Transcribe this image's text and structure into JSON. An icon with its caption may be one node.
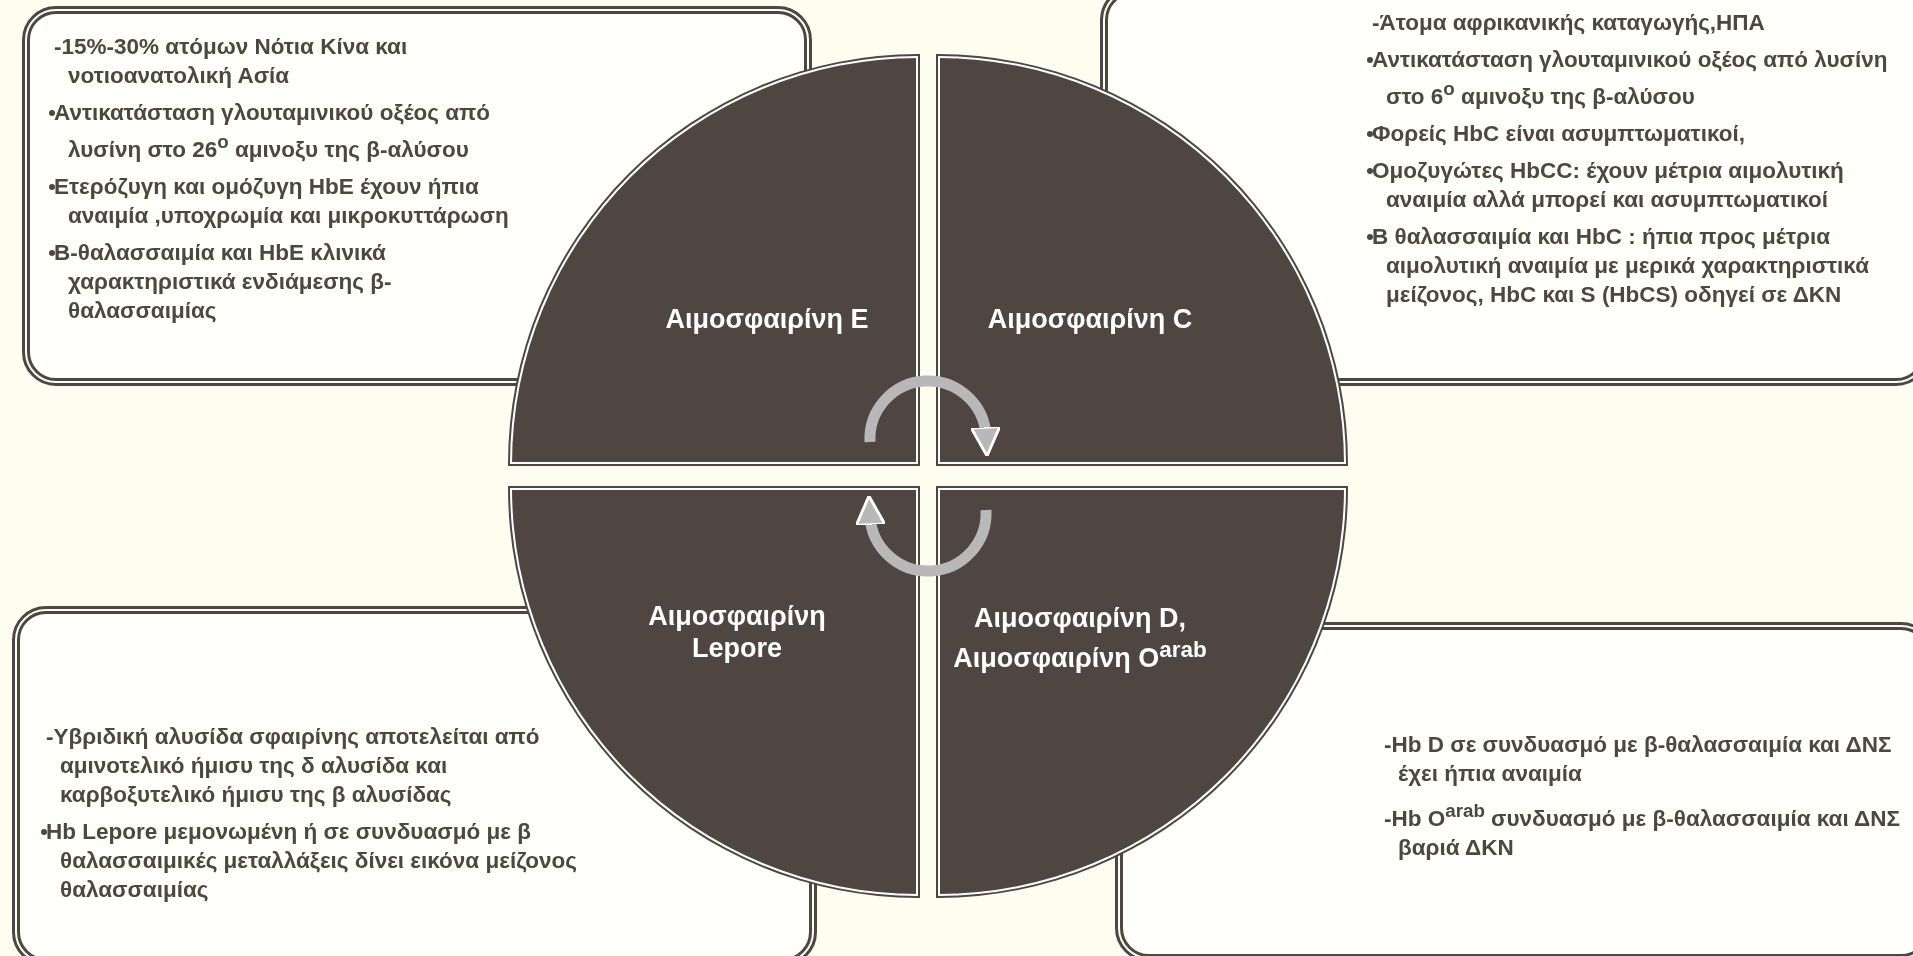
{
  "diagram": {
    "nodes": [
      {
        "text": [
          "-15%-30% ατόμων Νότια Κίνα και νοτιοανατολική Ασία",
          "Αντικατάσταση γλουταμινικού οξέος από λυσίνη στο 26$^{o}$  αμινοξυ της β-αλύσου",
          "Ετερόζυγη και ομόζυγη HbE έχουν ήπια αναιμία ,υποχρωμία και μικροκυττάρωση",
          "Β-θαλασσαιμία και HbE κλινικά χαρακτηριστικά ενδιάμεσης β-θαλασσαιμίας"
        ]
      },
      {
        "text": [
          "-Άτομα αφρικανικής καταγωγής,ΗΠΑ",
          "Αντικατάσταση γλουταμινικού οξέος από λυσίνη στο 6$^{o}$ αμινοξυ της β-αλύσου",
          "Φορείς HbC είναι ασυμπτωματικοί,",
          "Ομοζυγώτες HbCC: έχουν μέτρια αιμολυτική αναιμία αλλά μπορεί και ασυμπτωματικοί",
          "Β θαλασσαιμία και HbC : ήπια προς μέτρια αιμολυτική αναιμία με μερικά χαρακτηριστικά μείζονος, HbC και S (HbCS) οδηγεί σε ΔΚΝ"
        ]
      },
      {
        "text": [
          "-Υβριδική αλυσίδα σφαιρίνης αποτελείται από αμινοτελικό ήμισυ της δ αλυσίδα και καρβοξυτελικό ήμισυ της β αλυσίδας",
          "Hb Lepore μεμονωμένη ή σε συνδυασμό με β θαλασσαιμικές μεταλλάξεις δίνει εικόνα μείζονος θαλασσαιμίας"
        ]
      },
      {
        "text": [
          "-Hb D σε συνδυασμό με β-θαλασσαιμία και ΔΝΣ έχει ήπια αναιμία",
          "-Hb O$^{arab}$  συνδυασμό με β-θαλασσαιμία και ΔΝΣ βαριά ΔΚΝ"
        ]
      },
      {
        "text": [
          "Αιμοσφαιρίνη Ε"
        ]
      },
      {
        "text": [
          "Αιμοσφαιρίνη C"
        ]
      },
      {
        "text": [
          "Αιμοσφαιρίνη Lepore"
        ]
      },
      {
        "text": [
          "Αιμοσφαιρίνη D, Αιμοσφαιρίνη O$^{arab}$"
        ]
      }
    ],
    "edges": [
      {
        "from": 4,
        "to": 5,
        "arrow": "to"
      },
      {
        "from": 7,
        "to": 6,
        "arrow": "to"
      }
    ]
  }
}
